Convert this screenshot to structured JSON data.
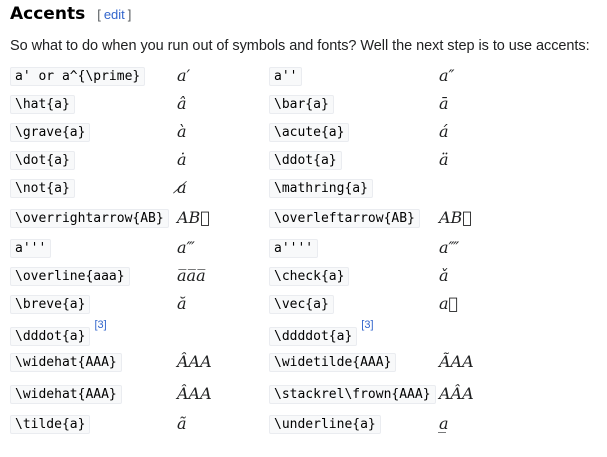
{
  "section": {
    "title": "Accents",
    "edit_open": "[",
    "edit_label": "edit",
    "edit_close": "]"
  },
  "intro": "So what to do when you run out of symbols and fonts? Well the next step is to use accents:",
  "rows": [
    {
      "c1": "a' or a^{\\prime}",
      "r1": "a′",
      "c2": "a''",
      "r2": "a″"
    },
    {
      "c1": "\\hat{a}",
      "r1": "â",
      "c2": "\\bar{a}",
      "r2": "ā"
    },
    {
      "c1": "\\grave{a}",
      "r1": "à",
      "c2": "\\acute{a}",
      "r2": "á"
    },
    {
      "c1": "\\dot{a}",
      "r1": "ȧ",
      "c2": "\\ddot{a}",
      "r2": "ä"
    },
    {
      "c1": "\\not{a}",
      "r1": "a̸",
      "c2": "\\mathring{a}",
      "r2": ""
    },
    {
      "c1": "\\overrightarrow{AB}",
      "r1": "AB⃗",
      "c2": "\\overleftarrow{AB}",
      "r2": "AB⃖"
    },
    {
      "c1": "a'''",
      "r1": "a‴",
      "c2": "a''''",
      "r2": "a⁗"
    },
    {
      "c1": "\\overline{aaa}",
      "r1": "a̅a̅a̅",
      "c2": "\\check{a}",
      "r2": "ǎ"
    },
    {
      "c1": "\\breve{a}",
      "r1": "ă",
      "c2": "\\vec{a}",
      "r2": "a⃗"
    },
    {
      "c1": "\\dddot{a}",
      "ref1": "[3]",
      "r1": "",
      "c2": "\\ddddot{a}",
      "ref2": "[3]",
      "r2": ""
    },
    {
      "c1": "\\widehat{AAA}",
      "r1": "ÂAA",
      "c2": "\\widetilde{AAA}",
      "r2": "ÃAA"
    },
    {
      "c1": "\\widehat{AAA}",
      "r1": "ÂAA",
      "c2": "\\stackrel\\frown{AAA}",
      "r2": "AÂA"
    },
    {
      "c1": "\\tilde{a}",
      "r1": "ã",
      "c2": "\\underline{a}",
      "r2": "a̲"
    }
  ]
}
